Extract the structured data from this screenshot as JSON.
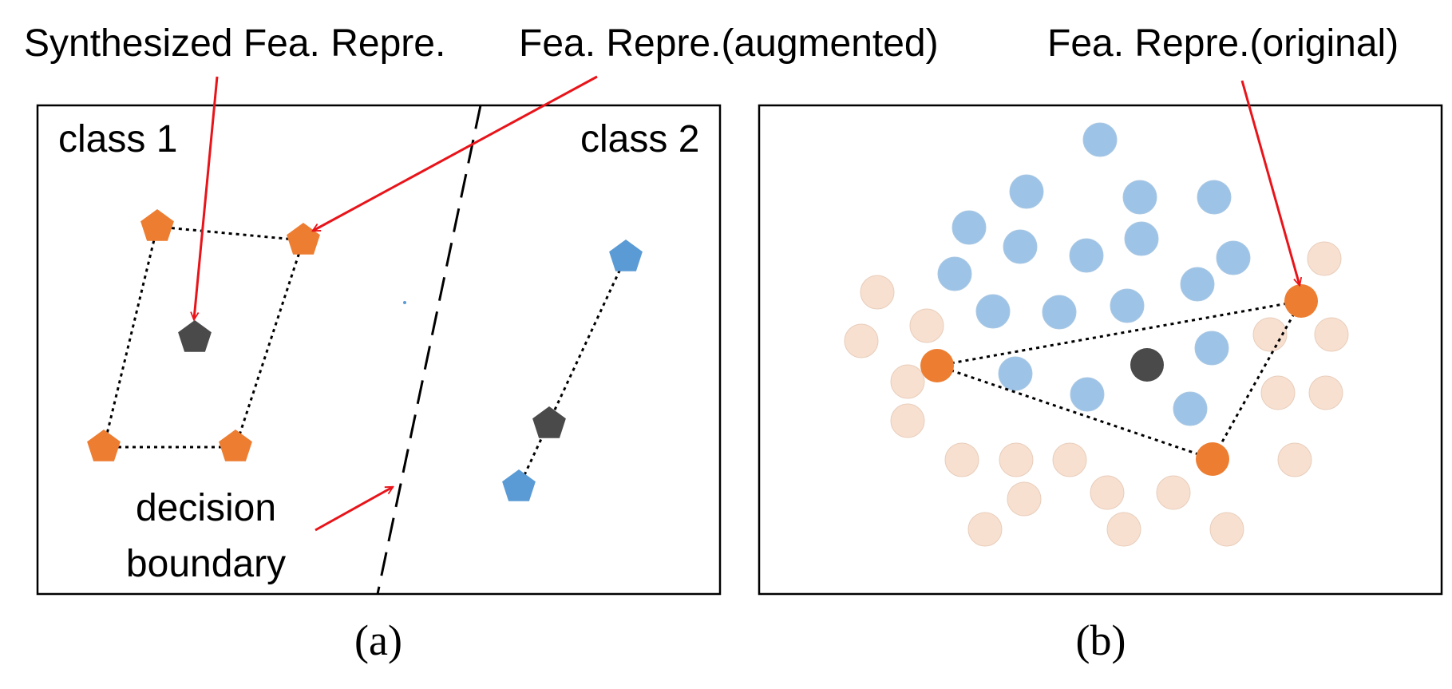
{
  "annotations": {
    "synthesized": "Synthesized Fea. Repre.",
    "augmented": "Fea. Repre.(augmented)",
    "original": "Fea. Repre.(original)"
  },
  "panel_a": {
    "class1_label": "class 1",
    "class2_label": "class 2",
    "boundary_line1": "decision",
    "boundary_line2": "boundary",
    "caption": "(a)"
  },
  "panel_b": {
    "caption": "(b)"
  },
  "colors": {
    "orange": "#ED7D31",
    "blue": "#5B9BD5",
    "light_blue": "#9DC3E6",
    "peach": "#F8E0D0",
    "dark_gray": "#4A4A4A",
    "arrow_red": "#E8141A",
    "frame": "#000000"
  },
  "legend_shapes": {
    "pentagon": "pentagon-marker",
    "circle": "circle-marker"
  }
}
